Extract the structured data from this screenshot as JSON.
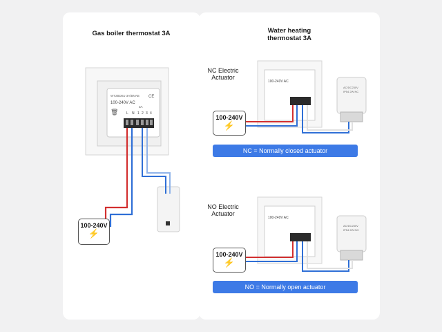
{
  "left": {
    "title": "Gas boiler thermostat 3A",
    "thermostat": {
      "model": "WT2BDB1-3A/BNAB",
      "voltage_text": "100-240V AC",
      "terminals": [
        "L",
        "N",
        "1",
        "2",
        "3",
        "4"
      ],
      "rating": "3A"
    },
    "power_label": "100-240V"
  },
  "right": {
    "title": "Water heating\nthermostat 3A",
    "nc": {
      "label": "NC Electric\nActuator",
      "thermostat_voltage": "100-240V AC",
      "actuator_text": "AC/DC230V\nIP54 2W NC",
      "power_label": "100-240V",
      "banner": "NC = Normally closed actuator"
    },
    "no": {
      "label": "NO Electric\nActuator",
      "thermostat_voltage": "100-240V AC",
      "actuator_text": "AC/DC230V\nIP54 2W NO",
      "power_label": "100-240V",
      "banner": "NO = Normally open actuator"
    }
  },
  "colors": {
    "wire_red": "#d32f2f",
    "wire_blue": "#2f6fd6",
    "wire_white": "#e0e0e0",
    "banner": "#3d7ae6",
    "power_icon": "#d32f2f"
  },
  "icons": [
    "lightning-bolt-icon",
    "ce-mark-icon",
    "crossed-bin-icon"
  ]
}
